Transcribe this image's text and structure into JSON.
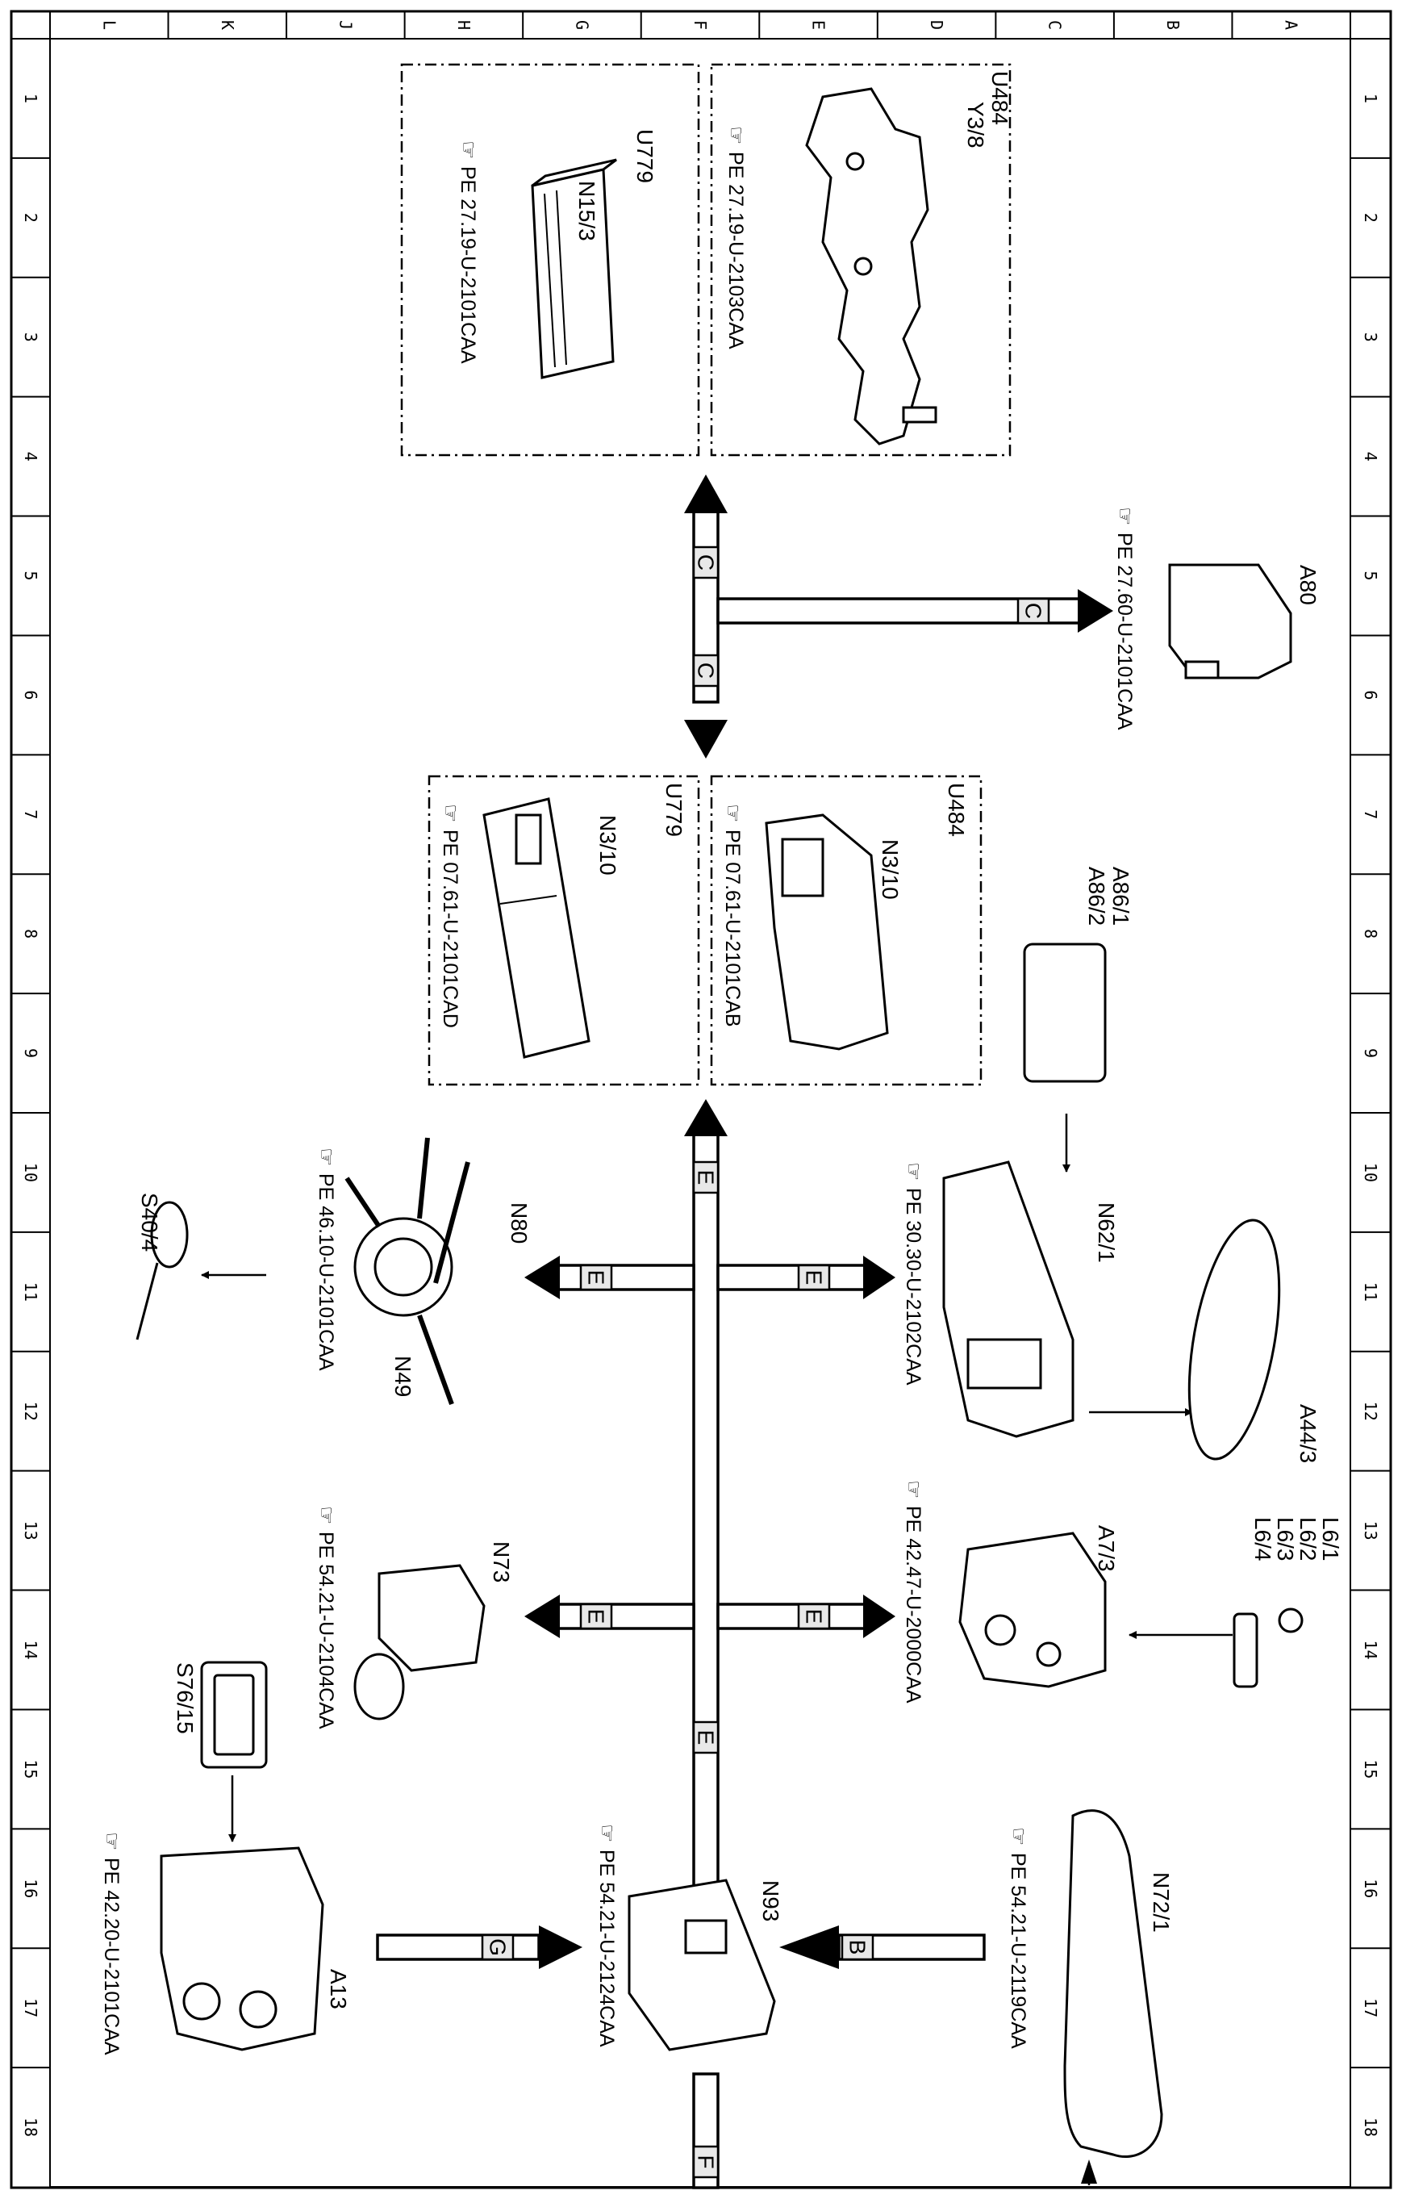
{
  "grid": {
    "letters": [
      "L",
      "K",
      "J",
      "H",
      "G",
      "F",
      "E",
      "D",
      "C",
      "B",
      "A"
    ],
    "numbers": [
      "1",
      "2",
      "3",
      "4",
      "5",
      "6",
      "7",
      "8",
      "9",
      "10",
      "11",
      "12",
      "13",
      "14",
      "15",
      "16",
      "17",
      "18"
    ]
  },
  "groups": {
    "top_left": "U779",
    "top_right": "U484",
    "mid_left": "U779",
    "mid_right": "U484"
  },
  "components": {
    "n15_3": {
      "code": "N15/3",
      "ref": "PE 27.19-U-2101CAA"
    },
    "y3_8": {
      "code": "Y3/8",
      "ref": "PE 27.19-U-2103CAA"
    },
    "a80": {
      "code": "A80",
      "ref": "PE 27.60-U-2101CAA"
    },
    "n3_10_u779": {
      "code": "N3/10",
      "ref": "PE 07.61-U-2101CAD"
    },
    "n3_10_u484": {
      "code": "N3/10",
      "ref": "PE 07.61-U-2101CAB"
    },
    "a86": {
      "code1": "A86/1",
      "code2": "A86/2"
    },
    "n62_1": {
      "code": "N62/1",
      "ref": "PE 30.30-U-2102CAA"
    },
    "a44_3": {
      "code": "A44/3"
    },
    "n80": {
      "code": "N80",
      "ref": "PE 46.10-U-2101CAA"
    },
    "n49": {
      "code": "N49"
    },
    "s40_4": {
      "code": "S40/4"
    },
    "l6": {
      "code1": "L6/1",
      "code2": "L6/2",
      "code3": "L6/3",
      "code4": "L6/4"
    },
    "a7_3": {
      "code": "A7/3",
      "ref": "PE 42.47-U-2000CAA"
    },
    "n73": {
      "code": "N73",
      "ref": "PE 54.21-U-2104CAA"
    },
    "s76_15": {
      "code": "S76/15"
    },
    "a13": {
      "code": "A13",
      "ref": "PE 42.20-U-2101CAA"
    },
    "n93": {
      "code": "N93",
      "ref": "PE 54.21-U-2124CAA"
    },
    "n72_1": {
      "code": "N72/1",
      "ref": "PE 54.21-U-2119CAA"
    }
  },
  "buses": {
    "c_top": "C",
    "c_bottom": "C",
    "c_right": "C",
    "e_vertical_top": "E",
    "e_left_1": "E",
    "e_right_1": "E",
    "e_left_2": "E",
    "e_right_2": "E",
    "e_vertical_bottom": "E",
    "g": "G",
    "b": "B",
    "f": "F"
  }
}
